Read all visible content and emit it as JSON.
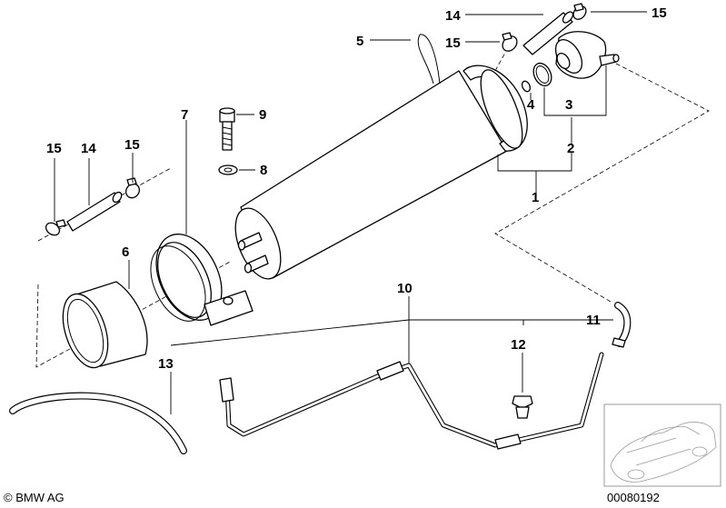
{
  "callouts": {
    "c1": "1",
    "c2": "2",
    "c3": "3",
    "c4": "4",
    "c5": "5",
    "c6": "6",
    "c7": "7",
    "c8": "8",
    "c9": "9",
    "c10": "10",
    "c11": "11",
    "c12": "12",
    "c13": "13",
    "c14a": "14",
    "c14b": "14",
    "c15a": "15",
    "c15b": "15",
    "c15c": "15",
    "c15d": "15"
  },
  "footer": {
    "copyright": "© BMW AG",
    "diagram_number": "00080192"
  },
  "icons": {
    "thumbnail": "car-location-thumbnail-icon"
  },
  "colors": {
    "line": "#000000",
    "background": "#ffffff",
    "thumbnail_line": "#9a9a9a"
  }
}
